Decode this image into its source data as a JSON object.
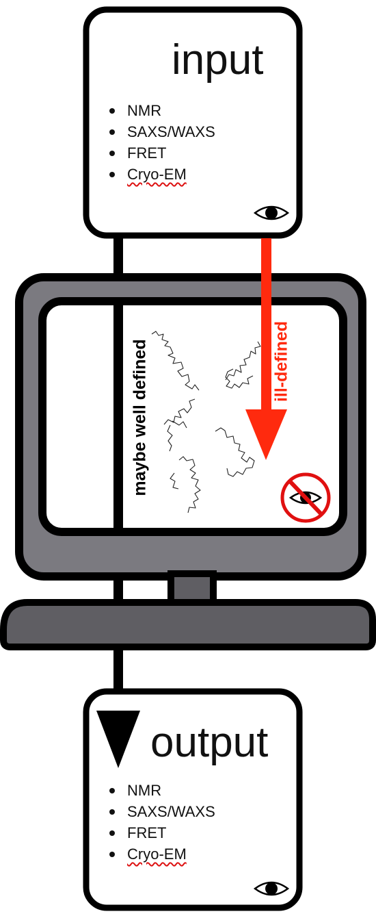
{
  "input_card": {
    "title": "input",
    "items": [
      "NMR",
      "SAXS/WAXS",
      "FRET",
      "Cryo-EM"
    ],
    "icon": "eye-icon"
  },
  "output_card": {
    "title": "output",
    "items": [
      "NMR",
      "SAXS/WAXS",
      "FRET",
      "Cryo-EM"
    ],
    "icon": "eye-icon"
  },
  "computer": {
    "left_label": "maybe well defined",
    "right_label": "ill-defined",
    "icon": "no-eye-icon"
  },
  "colors": {
    "outline": "#000000",
    "monitor_frame": "#7b7a80",
    "stand_dark": "#5f5e63",
    "arrow_red": "#ff2a0e",
    "no_symbol": "#e01010",
    "squiggle_underline": "#dd1111"
  }
}
